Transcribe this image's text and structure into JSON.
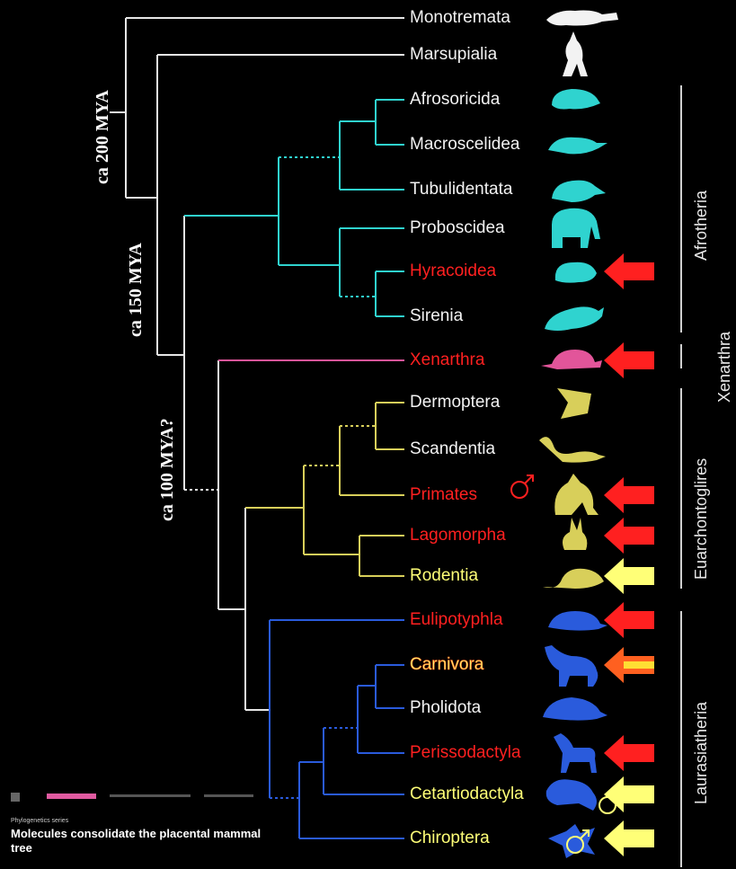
{
  "colors": {
    "root": "#e6e6e6",
    "afrotheria": "#2fd3cf",
    "xenarthra": "#e2559a",
    "euarchontoglires": "#d8cf5a",
    "laurasiatheria": "#2a5bdc",
    "highlight_red": "#ff2020",
    "highlight_yellow": "#ffff77",
    "arrow_orange": "#ff6020",
    "background": "#000000"
  },
  "eras": [
    "ca 200 MYA",
    "ca 150 MYA",
    "ca 100 MYA?"
  ],
  "taxa": [
    {
      "name": "Monotremata",
      "color": "#f2f2f2",
      "icon": "platypus-icon",
      "icon_color": "#f2f2f2"
    },
    {
      "name": "Marsupialia",
      "color": "#f2f2f2",
      "icon": "kangaroo-icon",
      "icon_color": "#f2f2f2"
    },
    {
      "name": "Afrosoricida",
      "color": "#f2f2f2",
      "icon": "tenrec-icon",
      "icon_color": "#2fd3cf"
    },
    {
      "name": "Macroscelidea",
      "color": "#f2f2f2",
      "icon": "elephant-shrew-icon",
      "icon_color": "#2fd3cf"
    },
    {
      "name": "Tubulidentata",
      "color": "#f2f2f2",
      "icon": "aardvark-icon",
      "icon_color": "#2fd3cf"
    },
    {
      "name": "Proboscidea",
      "color": "#f2f2f2",
      "icon": "elephant-icon",
      "icon_color": "#2fd3cf"
    },
    {
      "name": "Hyracoidea",
      "color": "#ff2020",
      "icon": "hyrax-icon",
      "icon_color": "#2fd3cf"
    },
    {
      "name": "Sirenia",
      "color": "#f2f2f2",
      "icon": "manatee-icon",
      "icon_color": "#2fd3cf"
    },
    {
      "name": "Xenarthra",
      "color": "#ff2020",
      "icon": "armadillo-icon",
      "icon_color": "#e2559a"
    },
    {
      "name": "Dermoptera",
      "color": "#f2f2f2",
      "icon": "colugo-icon",
      "icon_color": "#d8cf5a"
    },
    {
      "name": "Scandentia",
      "color": "#f2f2f2",
      "icon": "treeshrew-icon",
      "icon_color": "#d8cf5a"
    },
    {
      "name": "Primates",
      "color": "#ff2020",
      "icon": "primate-icon",
      "icon_color": "#d8cf5a"
    },
    {
      "name": "Lagomorpha",
      "color": "#ff2020",
      "icon": "rabbit-icon",
      "icon_color": "#d8cf5a"
    },
    {
      "name": "Rodentia",
      "color": "#ffff77",
      "icon": "rodent-icon",
      "icon_color": "#d8cf5a"
    },
    {
      "name": "Eulipotyphla",
      "color": "#ff2020",
      "icon": "hedgehog-icon",
      "icon_color": "#2a5bdc"
    },
    {
      "name": "Carnivora",
      "color": "#ffff77",
      "icon": "cat-icon",
      "icon_color": "#2a5bdc"
    },
    {
      "name": "Pholidota",
      "color": "#f2f2f2",
      "icon": "pangolin-icon",
      "icon_color": "#2a5bdc"
    },
    {
      "name": "Perissodactyla",
      "color": "#ff2020",
      "icon": "horse-icon",
      "icon_color": "#2a5bdc"
    },
    {
      "name": "Cetartiodactyla",
      "color": "#ffff77",
      "icon": "whale-icon",
      "icon_color": "#2a5bdc"
    },
    {
      "name": "Chiroptera",
      "color": "#ffff77",
      "icon": "bat-icon",
      "icon_color": "#2a5bdc"
    }
  ],
  "arrows": [
    {
      "taxon": "Hyracoidea",
      "color": "#ff2020"
    },
    {
      "taxon": "Xenarthra",
      "color": "#ff2020"
    },
    {
      "taxon": "Primates",
      "color": "#ff2020"
    },
    {
      "taxon": "Lagomorpha",
      "color": "#ff2020"
    },
    {
      "taxon": "Rodentia",
      "color": "#ffff77"
    },
    {
      "taxon": "Eulipotyphla",
      "color": "#ff2020"
    },
    {
      "taxon": "Carnivora",
      "color": "#ff6020"
    },
    {
      "taxon": "Perissodactyla",
      "color": "#ff2020"
    },
    {
      "taxon": "Cetartiodactyla",
      "color": "#ffff77"
    },
    {
      "taxon": "Chiroptera",
      "color": "#ffff77"
    }
  ],
  "male_symbols": [
    {
      "taxon": "Primates",
      "color": "#ff2020"
    },
    {
      "taxon": "Cetartiodactyla",
      "color": "#ffff77"
    },
    {
      "taxon": "Chiroptera",
      "color": "#ffff77"
    }
  ],
  "clades": [
    "Afrotheria",
    "Xenarthra",
    "Euarchontoglires",
    "Laurasiatheria"
  ],
  "paper": {
    "series": "Phylogenetics series",
    "title": "Molecules consolidate the placental mammal tree"
  }
}
